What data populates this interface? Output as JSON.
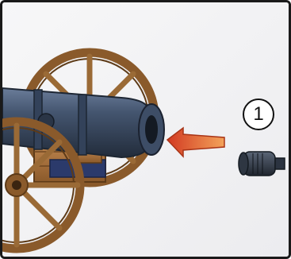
{
  "step": {
    "number": "1"
  },
  "illustration": {
    "objects": [
      "cannon-model",
      "wheel-icon",
      "arrow-icon",
      "cap-part"
    ]
  },
  "colors": {
    "frame": "#1a1a1a",
    "background": "#f2f2f4",
    "cannon_barrel": "#3a4a63",
    "wheel_wood": "#8a5a2b",
    "carriage_wood": "#b07a45",
    "arrow_fill": "#e25b2f",
    "part_dark": "#2b3340"
  }
}
